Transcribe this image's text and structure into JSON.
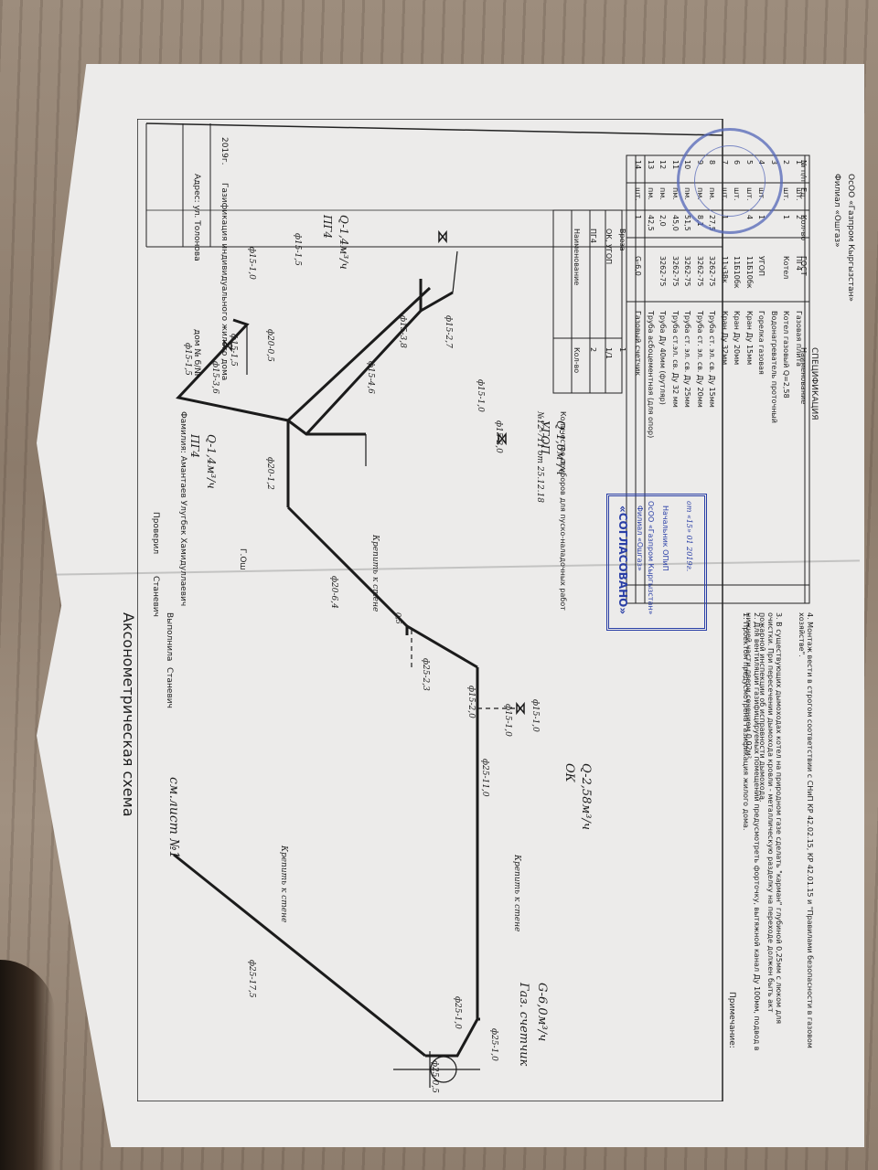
{
  "document": {
    "title": "Аксонометрическая схема",
    "ref_sheet": "см.лист №1",
    "project_title": "Газификация индивидуального жилого дома",
    "year": "2019г.",
    "address": "Адрес: ул. Толонова",
    "house": "дом № б/№",
    "surname": "Фамилия: Амантаев Улугбек Хамидуллаевич",
    "order_label": "Г.Ош",
    "signatures": {
      "row1": [
        "Проверил",
        "Станевич"
      ],
      "row2": [
        "Выполнила",
        "Станевич"
      ]
    },
    "branch": {
      "line1": "Филиал «Ошгаз»",
      "line2": "ОсОО «Газпром Кыргызстан»"
    }
  },
  "diagram": {
    "segments": [
      {
        "label": "ф25-0,5"
      },
      {
        "label": "ф25-1,0"
      },
      {
        "label": "ф25-1,0"
      },
      {
        "label": "ф25-17,5"
      },
      {
        "label": "ф25-11,0"
      },
      {
        "label": "ф25-2,3"
      },
      {
        "label": "ф20-6,4"
      },
      {
        "label": "ф20-1,2"
      },
      {
        "label": "ф20-0,5"
      },
      {
        "label": "ф15-4,6"
      },
      {
        "label": "ф15-3,8"
      },
      {
        "label": "ф15-2,7"
      },
      {
        "label": "ф15-1,0"
      },
      {
        "label": "ф15-2,0"
      },
      {
        "label": "ф15-1,0"
      },
      {
        "label": "ф15-1,5"
      },
      {
        "label": "ф15-3,6"
      },
      {
        "label": "ф15-1,5"
      },
      {
        "label": "ф15-1,0"
      },
      {
        "label": "ф15-1,5"
      },
      {
        "label": "ф15-2,0"
      },
      {
        "label": "ф15-1,0"
      }
    ],
    "notes": {
      "fix_wall": "Крепить к стене",
      "meter": "Газ. счетчик",
      "meter_flow": "G-6,0м³/ч",
      "ok_label": "ОК",
      "ok_flow": "Q-2,58м³/ч",
      "pg4_top": "ПГ4",
      "pg4_top_flow": "Q-1,4м³/ч",
      "pg4_right": "ПГ4",
      "pg4_right_flow": "Q-1,4м³/ч",
      "ugop": "УГОП",
      "ugop_flow": "Q-1,6м³/ч",
      "val_05": "0,5"
    }
  },
  "devices_table": {
    "caption": "Количество приборов для пуско-наладочных работ",
    "order": "№12-711  от  25.12.18",
    "headers": [
      "Наименование",
      "Кол-во"
    ],
    "rows": [
      [
        "ПГ4",
        "2"
      ],
      [
        "ОК, УГОП",
        "1/1"
      ],
      [
        "Вреза",
        "1"
      ]
    ]
  },
  "spec_table": {
    "title": "СПЕЦИФИКАЦИЯ",
    "headers": [
      "№ п/п",
      "Наименование",
      "Ед.",
      "Кол-во",
      "ГОСТ"
    ],
    "rows": [
      [
        "14",
        "Газовый счетчик",
        "шт.",
        "1",
        "G-6,0"
      ],
      [
        "13",
        "Труба асбоцементная (для опор)",
        "пм.",
        "42,5",
        ""
      ],
      [
        "12",
        "Труба Ду 40мм (футляр)",
        "пм.",
        "2,0",
        "3262-75"
      ],
      [
        "11",
        "Труба ст.эл. св. Ду 32 мм",
        "пм.",
        "45,0",
        "3262-75"
      ],
      [
        "10",
        "Труба ст. эл. св. Ду 25мм",
        "пм.",
        "51,5",
        "3262-75"
      ],
      [
        "9",
        "Труба ст. эл. св. Ду 20мм",
        "пм.",
        "8,1",
        "3262-75"
      ],
      [
        "8",
        "Труба ст. эл. св. Ду 15мм",
        "пм.",
        "27,5",
        "3262-75"
      ],
      [
        "7",
        "Кран Ду 32мм",
        "шт.",
        "1",
        "11ч38к"
      ],
      [
        "6",
        "Кран Ду 20мм",
        "шт.",
        "",
        "11Б10бк"
      ],
      [
        "5",
        "Кран Ду 15мм",
        "шт.",
        "4",
        "11Б10бк"
      ],
      [
        "4",
        "Горелка газовая",
        "шт.",
        "1",
        "УГОП"
      ],
      [
        "3",
        "Водонагреватель проточный",
        "",
        "",
        ""
      ],
      [
        "2",
        "Котел газовый Q=2,58",
        "шт.",
        "1",
        "Котел"
      ],
      [
        "1",
        "Газовая плита",
        "шт.",
        "2",
        "ПГ4"
      ]
    ]
  },
  "stamp": {
    "title": "«СОГЛАСОВАНО»",
    "line1": "Филиал «Ошгаз»",
    "line2": "ОсОО «Газпром Кыргызстан»",
    "line3": "Начальник ОПиП",
    "date": "от «15» 01 2019г."
  },
  "notes_block": {
    "heading": "Примечание:",
    "items": [
      "1. Проектом предусмотрена газификация жилого дома.",
      "2. Для вентиляции газифицируемых помещений предусмотреть форточку, вытяжной канал Ду 100мм, подвод в нижней части двери сечением 0,02м².",
      "3. В существующих дымоходах котел на природном газе сделать \"карман\" глубиной 0,25мм с люком для очистки. При пересечении дымохода кровли - металлическую разделку на переходе должен быть акт пожарной инспекции об исправности дымохода.",
      "4. Монтаж вести в строгом соответствии с СНиП КР 42.02.15, КР 42.01.15 и \"Правилами безопасности в газовом хозяйстве\"."
    ]
  }
}
